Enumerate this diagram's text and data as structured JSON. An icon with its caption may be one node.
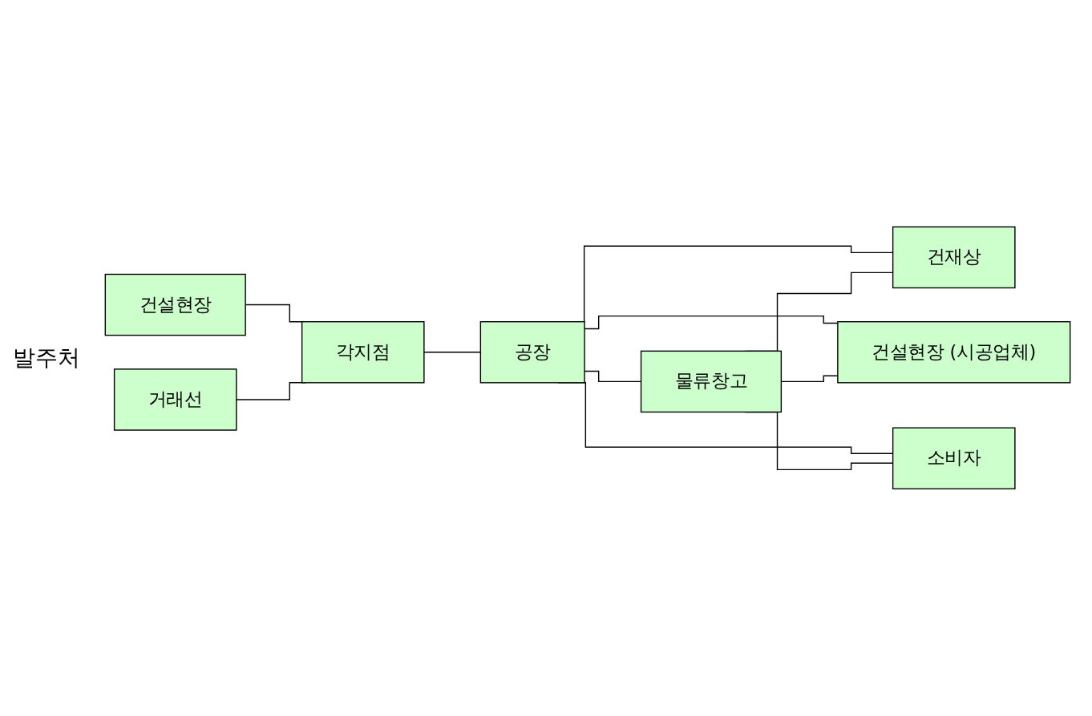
{
  "diagram": {
    "nodes": [
      {
        "text": [
          "건설현장"
        ]
      },
      {
        "text": [
          "거래선"
        ]
      },
      {
        "text": [
          "각지점"
        ]
      },
      {
        "text": [
          "공장"
        ]
      },
      {
        "text": [
          "물류창고"
        ]
      },
      {
        "text": [
          "건재상"
        ]
      },
      {
        "text": [
          "건설현장 (시공업체)"
        ]
      },
      {
        "text": [
          "소비자"
        ]
      }
    ],
    "edges": [
      {
        "from": 0,
        "to": 2,
        "arrow": "none"
      },
      {
        "from": 1,
        "to": 2,
        "arrow": "none"
      },
      {
        "from": 2,
        "to": 3,
        "arrow": "none"
      },
      {
        "from": 3,
        "to": 4,
        "arrow": "none"
      },
      {
        "from": 3,
        "to": 5,
        "arrow": "none"
      },
      {
        "from": 3,
        "to": 6,
        "arrow": "none"
      },
      {
        "from": 3,
        "to": 7,
        "arrow": "none"
      },
      {
        "from": 4,
        "to": 5,
        "arrow": "none"
      },
      {
        "from": 4,
        "to": 6,
        "arrow": "none"
      },
      {
        "from": 4,
        "to": 7,
        "arrow": "none"
      }
    ],
    "labels": [
      "발주처"
    ]
  }
}
